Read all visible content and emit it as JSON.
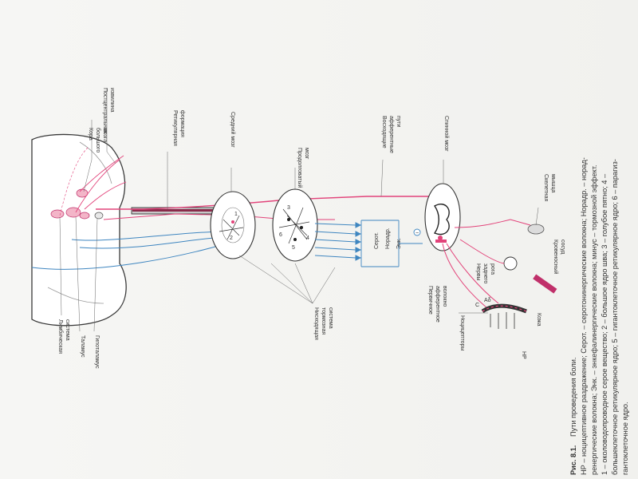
{
  "figure": {
    "labels": {
      "cortex": [
        "Кора",
        "большого",
        "мозга"
      ],
      "postcentral": [
        "Постцентральная",
        "извилина"
      ],
      "reticular": [
        "Ретикулярная",
        "формация"
      ],
      "midbrain": "Средний мозг",
      "medulla": [
        "Продолговатый",
        "мозг"
      ],
      "ascending": [
        "Восходящие",
        "афферентные",
        "пути"
      ],
      "spinal": "Спинной мозг",
      "skeletal": [
        "Скелетная",
        "мышца"
      ],
      "limbic": [
        "Лимбическая",
        "система"
      ],
      "thalamus": "Таламус",
      "hypothalamus": "Гипоталамус",
      "descending": [
        "Нисходящая",
        "тормозная",
        "система"
      ],
      "serot": "Серот.",
      "norad": "Норадр.",
      "enk": "Энк.",
      "primary_afferent": [
        "Первичное",
        "афферентное",
        "волокно"
      ],
      "ventral_root": [
        "Нервы",
        "заднего",
        "рога"
      ],
      "nociceptors": "Ноцицепторы",
      "skin": "Кожа",
      "vessel": [
        "Кровеносный",
        "сосуд"
      ],
      "np": "НР",
      "ad": "Аδ",
      "c": "С",
      "n1": "1",
      "n2": "2",
      "n3": "3",
      "n4": "4",
      "n5": "5",
      "n6": "6"
    }
  },
  "caption": {
    "title": "Рис. 8.1.",
    "lines": [
      "Пути проведения боли.",
      "НР – ноцицептивное раздражение; Серот. – серотонинергические волокна; Норадр. – норад-",
      "ренергические волокна; Энк. – энкефалинергические волокна; минус – тормозной эффект.",
      "1 – околоводопроводное серое вещество; 2 – большое ядро шва; 3 – голубое пятно; 4 –",
      "большеклеточное ретикулярное ядро; 5 – гигантоклеточное ретикулярное ядро; 6 – парагиз-",
      "гантоклеточное ядро."
    ]
  },
  "colors": {
    "pink": "#e2437a",
    "blue": "#3f86c0",
    "ink": "#333333"
  }
}
